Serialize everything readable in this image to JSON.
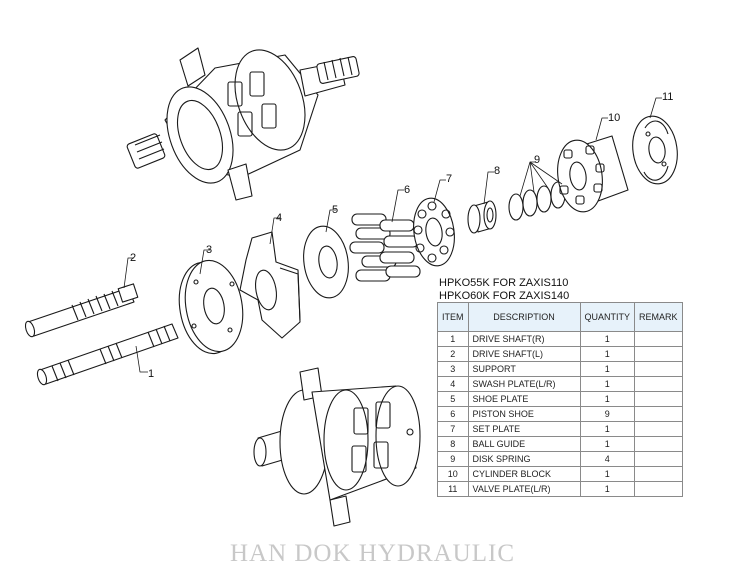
{
  "callouts": [
    "1",
    "2",
    "3",
    "4",
    "5",
    "6",
    "7",
    "8",
    "9",
    "10",
    "11"
  ],
  "titles": [
    "HPKO55K FOR ZAXIS110",
    "HPKO60K FOR ZAXIS140"
  ],
  "table": {
    "headers": [
      "ITEM",
      "DESCRIPTION",
      "QUANTITY",
      "REMARK"
    ],
    "rows": [
      {
        "item": "1",
        "description": "DRIVE SHAFT(R)",
        "quantity": "1",
        "remark": ""
      },
      {
        "item": "2",
        "description": "DRIVE SHAFT(L)",
        "quantity": "1",
        "remark": ""
      },
      {
        "item": "3",
        "description": "SUPPORT",
        "quantity": "1",
        "remark": ""
      },
      {
        "item": "4",
        "description": "SWASH PLATE(L/R)",
        "quantity": "1",
        "remark": ""
      },
      {
        "item": "5",
        "description": "SHOE PLATE",
        "quantity": "1",
        "remark": ""
      },
      {
        "item": "6",
        "description": "PISTON SHOE",
        "quantity": "9",
        "remark": ""
      },
      {
        "item": "7",
        "description": "SET PLATE",
        "quantity": "1",
        "remark": ""
      },
      {
        "item": "8",
        "description": "BALL GUIDE",
        "quantity": "1",
        "remark": ""
      },
      {
        "item": "9",
        "description": "DISK SPRING",
        "quantity": "4",
        "remark": ""
      },
      {
        "item": "10",
        "description": "CYLINDER BLOCK",
        "quantity": "1",
        "remark": ""
      },
      {
        "item": "11",
        "description": "VALVE PLATE(L/R)",
        "quantity": "1",
        "remark": ""
      }
    ]
  },
  "watermark": "HAN DOK HYDRAULIC"
}
